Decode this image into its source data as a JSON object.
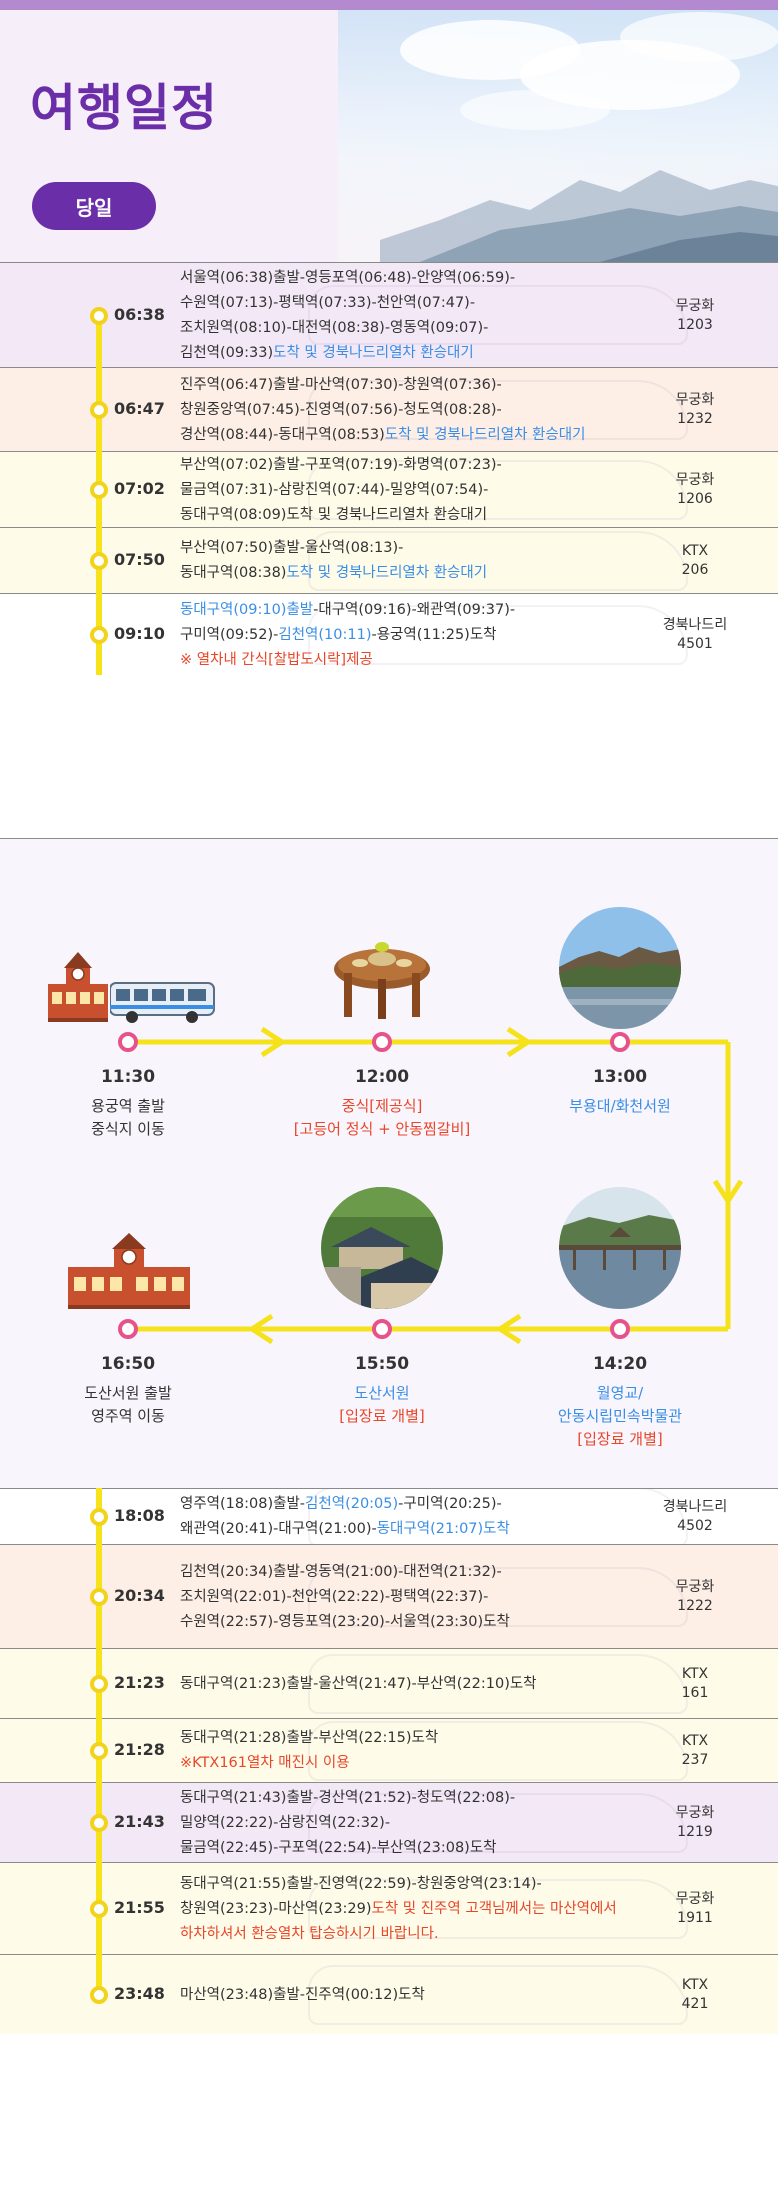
{
  "header": {
    "title": "여행일정",
    "day_label": "당일"
  },
  "morning_rows": [
    {
      "time": "06:38",
      "lines": [
        [
          {
            "t": "서울역(06:38)출발-영등포역(06:48)-안양역(06:59)-",
            "c": ""
          }
        ],
        [
          {
            "t": "수원역(07:13)-평택역(07:33)-천안역(07:47)-",
            "c": ""
          }
        ],
        [
          {
            "t": "조치원역(08:10)-대전역(08:38)-영동역(09:07)-",
            "c": ""
          }
        ],
        [
          {
            "t": "김천역(09:33)",
            "c": ""
          },
          {
            "t": "도착 및 경북나드리열차 환승대기",
            "c": "blue"
          }
        ]
      ],
      "train": [
        "무궁화",
        "1203"
      ],
      "bg": "bg-purple"
    },
    {
      "time": "06:47",
      "lines": [
        [
          {
            "t": "진주역(06:47)출발-마산역(07:30)-창원역(07:36)-",
            "c": ""
          }
        ],
        [
          {
            "t": "창원중앙역(07:45)-진영역(07:56)-청도역(08:28)-",
            "c": ""
          }
        ],
        [
          {
            "t": "경산역(08:44)-동대구역(08:53)",
            "c": ""
          },
          {
            "t": "도착 및 경북나드리열차 환승대기",
            "c": "blue"
          }
        ]
      ],
      "train": [
        "무궁화",
        "1232"
      ],
      "bg": "bg-peach"
    },
    {
      "time": "07:02",
      "lines": [
        [
          {
            "t": "부산역(07:02)출발-구포역(07:19)-화명역(07:23)-",
            "c": ""
          }
        ],
        [
          {
            "t": "물금역(07:31)-삼랑진역(07:44)-밀양역(07:54)-",
            "c": ""
          }
        ],
        [
          {
            "t": "동대구역(08:09)도착 및 경북나드리열차 환승대기",
            "c": ""
          }
        ]
      ],
      "train": [
        "무궁화",
        "1206"
      ],
      "bg": "bg-cream"
    },
    {
      "time": "07:50",
      "lines": [
        [
          {
            "t": "부산역(07:50)출발-울산역(08:13)-",
            "c": ""
          }
        ],
        [
          {
            "t": "동대구역(08:38)",
            "c": ""
          },
          {
            "t": "도착 및 경북나드리열차 환승대기",
            "c": "blue"
          }
        ]
      ],
      "train": [
        "KTX",
        "206"
      ],
      "bg": "bg-cream"
    },
    {
      "time": "09:10",
      "lines": [
        [
          {
            "t": "동대구역(09:10)출발",
            "c": "blue"
          },
          {
            "t": "-대구역(09:16)-왜관역(09:37)-",
            "c": ""
          }
        ],
        [
          {
            "t": "구미역(09:52)-",
            "c": ""
          },
          {
            "t": "김천역(10:11)",
            "c": "blue"
          },
          {
            "t": "-용궁역(11:25)도착",
            "c": ""
          }
        ],
        [
          {
            "t": "※ 열차내 간식[찰밥도시락]제공",
            "c": "red"
          }
        ]
      ],
      "train": [
        "경북나드리",
        "4501"
      ],
      "bg": "bg-white"
    }
  ],
  "route": {
    "stops": [
      {
        "time": "11:30",
        "text": [
          "용궁역 출발",
          "중식지 이동"
        ],
        "hl": [
          false,
          false
        ]
      },
      {
        "time": "12:00",
        "text": [
          "중식[제공식]",
          "[고등어 정식 + 안동찜갈비]"
        ],
        "hl": [
          true,
          true
        ]
      },
      {
        "time": "13:00",
        "text": [
          "부용대/화천서원"
        ],
        "hl": [
          true
        ]
      },
      {
        "time": "14:20",
        "text": [
          "월영교/",
          "안동시립민속박물관",
          "[입장료 개별]"
        ],
        "hl": [
          true,
          true,
          true
        ]
      },
      {
        "time": "15:50",
        "text": [
          "도산서원",
          "[입장료 개별]"
        ],
        "hl": [
          true,
          true
        ]
      },
      {
        "time": "16:50",
        "text": [
          "도산서원 출발",
          "영주역 이동"
        ],
        "hl": [
          false,
          false
        ]
      }
    ]
  },
  "evening_rows": [
    {
      "time": "18:08",
      "lines": [
        [
          {
            "t": "영주역(18:08)출발-",
            "c": ""
          },
          {
            "t": "김천역(20:05)",
            "c": "blue"
          },
          {
            "t": "-구미역(20:25)-",
            "c": ""
          }
        ],
        [
          {
            "t": "왜관역(20:41)-대구역(21:00)-",
            "c": ""
          },
          {
            "t": "동대구역(21:07)도착",
            "c": "blue"
          }
        ]
      ],
      "train": [
        "경북나드리",
        "4502"
      ],
      "bg": "bg-white"
    },
    {
      "time": "20:34",
      "lines": [
        [
          {
            "t": "김천역(20:34)출발-영동역(21:00)-대전역(21:32)-",
            "c": ""
          }
        ],
        [
          {
            "t": "조치원역(22:01)-천안역(22:22)-평택역(22:37)-",
            "c": ""
          }
        ],
        [
          {
            "t": "수원역(22:57)-영등포역(23:20)-서울역(23:30)도착",
            "c": ""
          }
        ]
      ],
      "train": [
        "무궁화",
        "1222"
      ],
      "bg": "bg-peach"
    },
    {
      "time": "21:23",
      "lines": [
        [
          {
            "t": "동대구역(21:23)출발-울산역(21:47)-부산역(22:10)도착",
            "c": ""
          }
        ]
      ],
      "train": [
        "KTX",
        "161"
      ],
      "bg": "bg-cream"
    },
    {
      "time": "21:28",
      "lines": [
        [
          {
            "t": "동대구역(21:28)출발-부산역(22:15)도착",
            "c": ""
          }
        ],
        [
          {
            "t": "※KTX161열차 매진시 이용",
            "c": "red"
          }
        ]
      ],
      "train": [
        "KTX",
        "237"
      ],
      "bg": "bg-cream"
    },
    {
      "time": "21:43",
      "lines": [
        [
          {
            "t": "동대구역(21:43)출발-경산역(21:52)-청도역(22:08)-",
            "c": ""
          }
        ],
        [
          {
            "t": "밀양역(22:22)-삼랑진역(22:32)-",
            "c": ""
          }
        ],
        [
          {
            "t": "물금역(22:45)-구포역(22:54)-부산역(23:08)도착",
            "c": ""
          }
        ]
      ],
      "train": [
        "무궁화",
        "1219"
      ],
      "bg": "bg-purple"
    },
    {
      "time": "21:55",
      "lines": [
        [
          {
            "t": "동대구역(21:55)출발-진영역(22:59)-창원중앙역(23:14)-",
            "c": ""
          }
        ],
        [
          {
            "t": "창원역(23:23)-마산역(23:29)",
            "c": ""
          },
          {
            "t": "도착 및 진주역 고객님께서는 마산역에서",
            "c": "red"
          }
        ],
        [
          {
            "t": "하차하셔서 환승열차 탑승하시기 바랍니다.",
            "c": "red"
          }
        ]
      ],
      "train": [
        "무궁화",
        "1911"
      ],
      "bg": "bg-cream"
    },
    {
      "time": "23:48",
      "lines": [
        [
          {
            "t": "마산역(23:48)출발-진주역(00:12)도착",
            "c": ""
          }
        ]
      ],
      "train": [
        "KTX",
        "421"
      ],
      "bg": "bg-cream"
    }
  ],
  "colors": {
    "title_purple": "#6a2ea8",
    "timeline_yellow": "#f7e31b",
    "route_arrow_yellow": "#f5e21a",
    "stop_dot_pink": "#e8528a",
    "highlight_blue": "#3a8ee6",
    "highlight_red": "#e8472a"
  },
  "icons": {
    "station": "station-building-icon",
    "bus": "bus-icon",
    "meal": "meal-table-icon"
  }
}
